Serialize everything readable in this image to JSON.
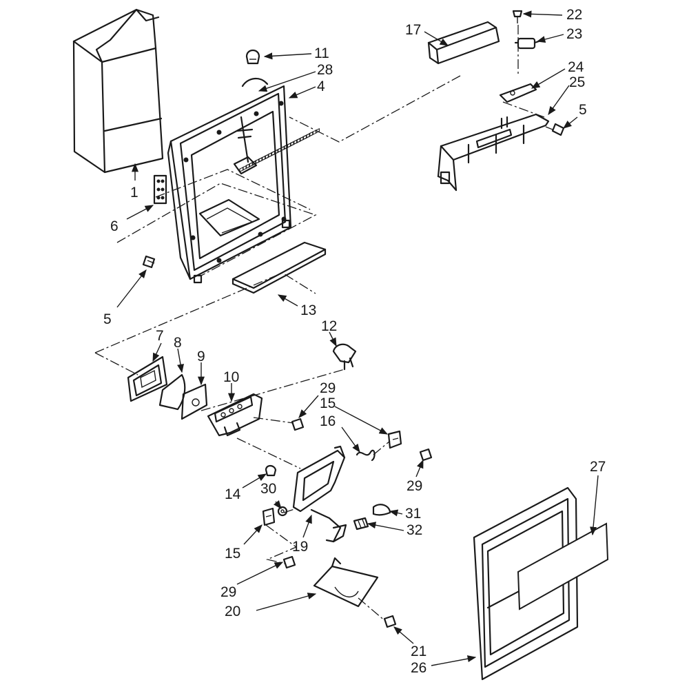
{
  "callouts": {
    "n1": "1",
    "n4": "4",
    "n5a": "5",
    "n5b": "5",
    "n6": "6",
    "n7": "7",
    "n8": "8",
    "n9": "9",
    "n10": "10",
    "n11": "11",
    "n12": "12",
    "n13": "13",
    "n14": "14",
    "n15a": "15",
    "n15b": "15",
    "n16": "16",
    "n17": "17",
    "n19": "19",
    "n20": "20",
    "n21": "21",
    "n22": "22",
    "n23": "23",
    "n24": "24",
    "n25": "25",
    "n26": "26",
    "n27": "27",
    "n28": "28",
    "n29a": "29",
    "n29b": "29",
    "n29c": "29",
    "n30": "30",
    "n31": "31",
    "n32": "32"
  }
}
